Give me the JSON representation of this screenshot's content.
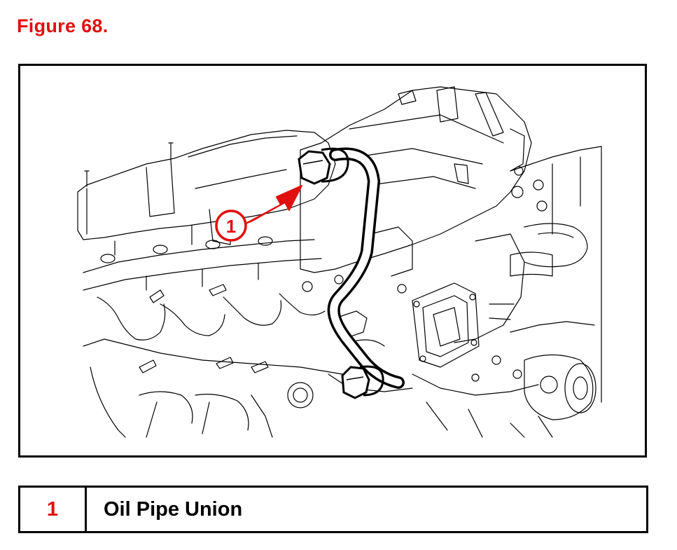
{
  "figure": {
    "title": "Figure 68.",
    "callout_number": "1"
  },
  "legend": [
    {
      "number": "1",
      "label": "Oil Pipe Union"
    }
  ],
  "colors": {
    "accent_red": "#e01010",
    "line_black": "#000000",
    "background": "#ffffff"
  }
}
